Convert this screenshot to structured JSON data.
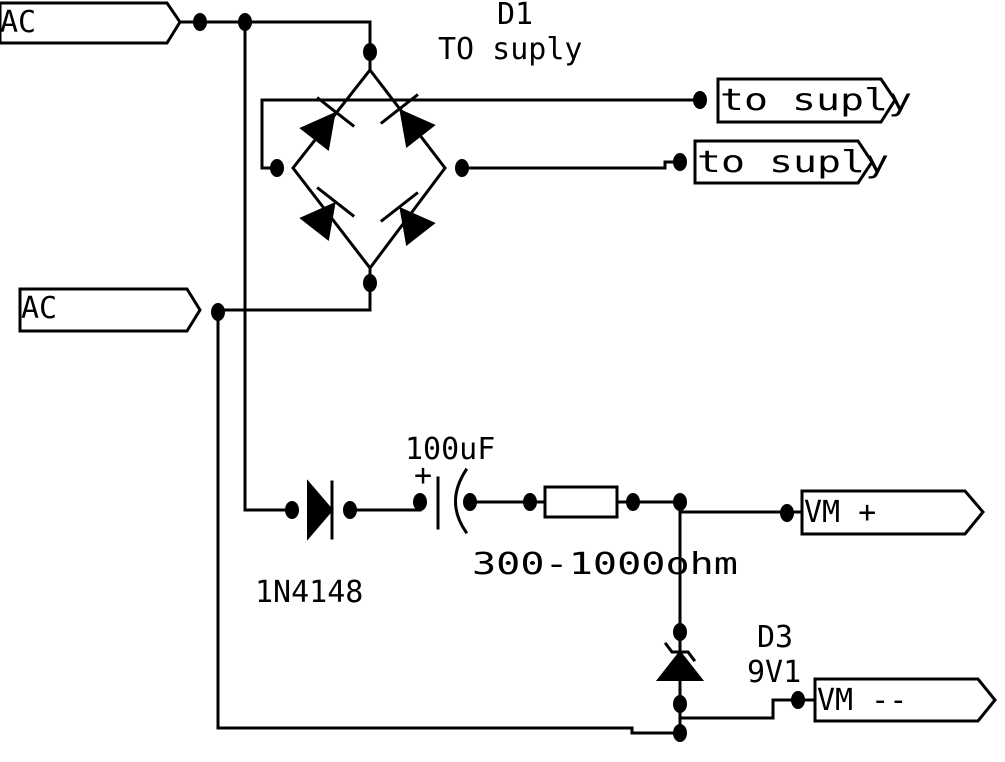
{
  "ports": {
    "ac_top": "AC",
    "ac_mid": "AC",
    "to_suply_1": "to suply",
    "to_suply_2": "to suply",
    "vm_plus": "VM +",
    "vm_minus": "VM --"
  },
  "components": {
    "bridge": {
      "ref": "D1",
      "value": "TO suply"
    },
    "diode": {
      "value": "1N4148"
    },
    "capacitor": {
      "value": "100uF",
      "polarity": "+"
    },
    "resistor": {
      "value": "300-1000ohm"
    },
    "zener": {
      "ref": "D3",
      "value": "9V1"
    }
  },
  "colors": {
    "ink": "#000000",
    "background": "#ffffff"
  }
}
